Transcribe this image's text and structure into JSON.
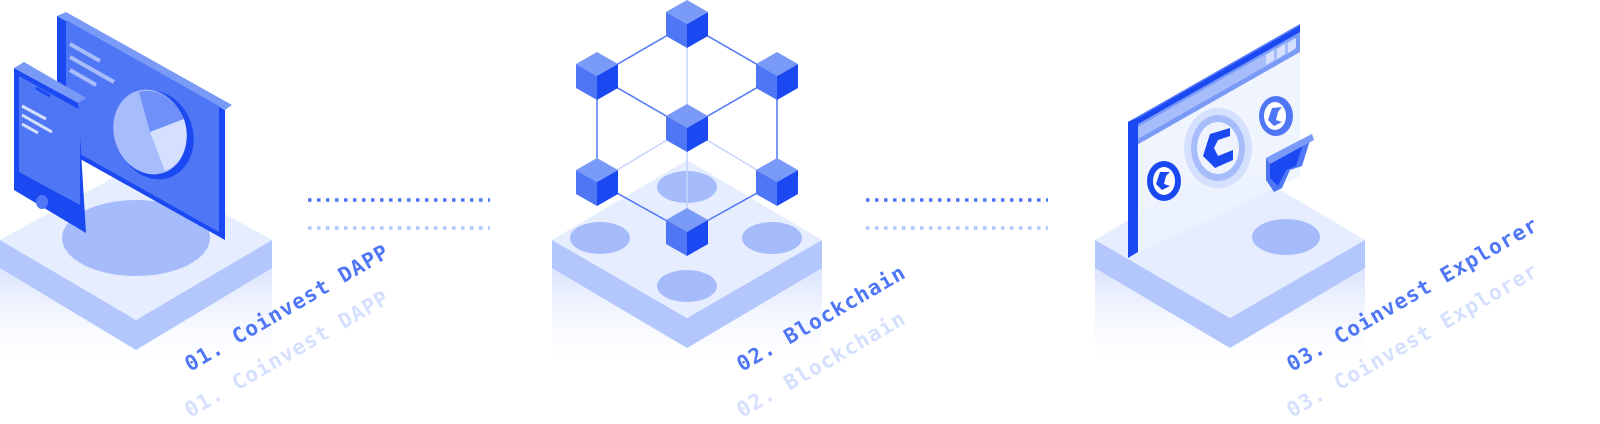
{
  "steps": [
    {
      "label": "01. Coinvest DAPP",
      "icon": "dapp-monitor-and-phone-icon"
    },
    {
      "label": "02. Blockchain",
      "icon": "blockchain-cube-network-icon"
    },
    {
      "label": "03. Coinvest Explorer",
      "icon": "explorer-browser-window-icon"
    }
  ],
  "connectors": [
    "dotted-connector",
    "dotted-connector"
  ],
  "colors": {
    "primary": "#1a49f2",
    "accent": "#4f77f5",
    "light": "#a7bcfb",
    "pale": "#d4e0fd",
    "white": "#ffffff"
  }
}
